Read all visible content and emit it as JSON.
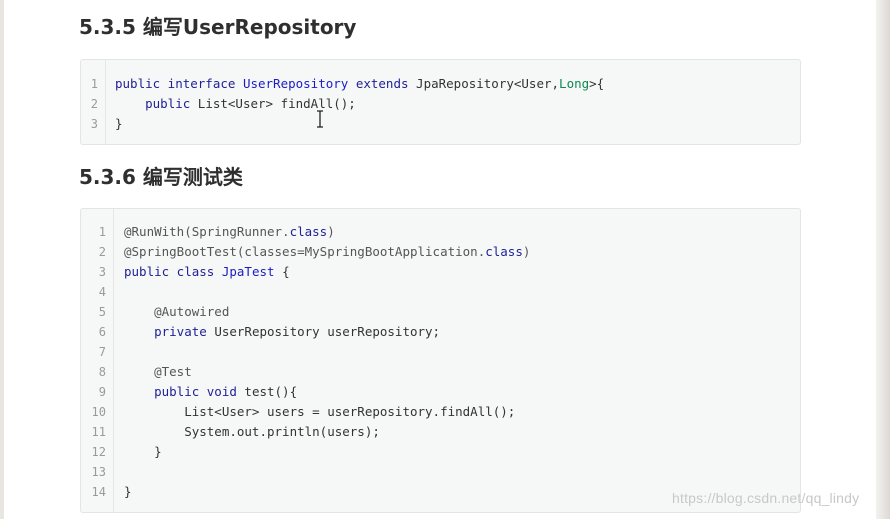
{
  "section1": {
    "title": "5.3.5 编写UserRepository",
    "code": {
      "line_numbers": [
        "1",
        "2",
        "3"
      ],
      "lines": [
        [
          {
            "t": "public interface ",
            "c": "kw"
          },
          {
            "t": "UserRepository ",
            "c": "tp"
          },
          {
            "t": "extends ",
            "c": "kw"
          },
          {
            "t": "JpaRepository<User,",
            "c": "pl"
          },
          {
            "t": "Long",
            "c": "gn"
          },
          {
            "t": ">{",
            "c": "pl"
          }
        ],
        [
          {
            "t": "    public ",
            "c": "kw"
          },
          {
            "t": "List<User> findAll();",
            "c": "pl"
          }
        ],
        [
          {
            "t": "}",
            "c": "pl"
          }
        ]
      ]
    }
  },
  "section2": {
    "title": "5.3.6 编写测试类",
    "code": {
      "line_numbers": [
        "1",
        "2",
        "3",
        "4",
        "5",
        "6",
        "7",
        "8",
        "9",
        "10",
        "11",
        "12",
        "13",
        "14"
      ],
      "lines": [
        [
          {
            "t": "@RunWith(SpringRunner.",
            "c": "an"
          },
          {
            "t": "class",
            "c": "kw"
          },
          {
            "t": ")",
            "c": "an"
          }
        ],
        [
          {
            "t": "@SpringBootTest(classes=MySpringBootApplication.",
            "c": "an"
          },
          {
            "t": "class",
            "c": "kw"
          },
          {
            "t": ")",
            "c": "an"
          }
        ],
        [
          {
            "t": "public class ",
            "c": "kw"
          },
          {
            "t": "JpaTest ",
            "c": "tp"
          },
          {
            "t": "{",
            "c": "pl"
          }
        ],
        [],
        [
          {
            "t": "    @Autowired",
            "c": "an"
          }
        ],
        [
          {
            "t": "    private ",
            "c": "kw"
          },
          {
            "t": "UserRepository userRepository;",
            "c": "pl"
          }
        ],
        [],
        [
          {
            "t": "    @Test",
            "c": "an"
          }
        ],
        [
          {
            "t": "    public void ",
            "c": "kw"
          },
          {
            "t": "test(){",
            "c": "pl"
          }
        ],
        [
          {
            "t": "        List<User> users = userRepository.findAll();",
            "c": "pl"
          }
        ],
        [
          {
            "t": "        System.out.println(users);",
            "c": "pl"
          }
        ],
        [
          {
            "t": "    }",
            "c": "pl"
          }
        ],
        [],
        [
          {
            "t": "}",
            "c": "pl"
          }
        ]
      ]
    }
  },
  "watermark": "https://blog.csdn.net/qq_lindy"
}
